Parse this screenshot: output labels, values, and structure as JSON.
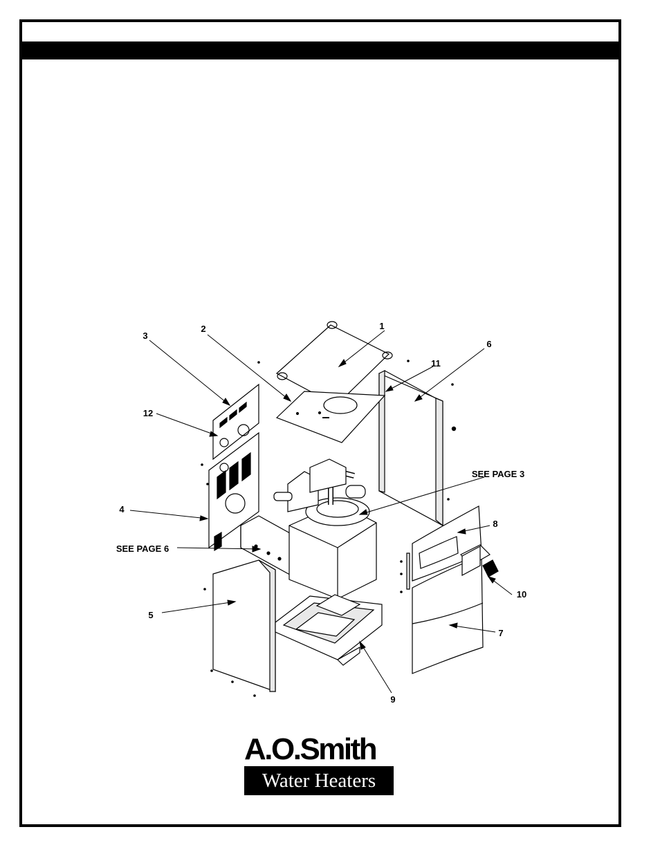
{
  "callouts": {
    "c1": "1",
    "c2": "2",
    "c3": "3",
    "c4": "4",
    "c5": "5",
    "c6": "6",
    "c7": "7",
    "c8": "8",
    "c9": "9",
    "c10": "10",
    "c11": "11",
    "c12": "12",
    "see_page_3": "SEE PAGE 3",
    "see_page_6": "SEE PAGE 6"
  },
  "logo": {
    "brand": "A.O.Smith",
    "tagline": "Water Heaters"
  },
  "colors": {
    "ink": "#000000",
    "paper": "#ffffff",
    "panel_shade": "#e9e9e9"
  }
}
